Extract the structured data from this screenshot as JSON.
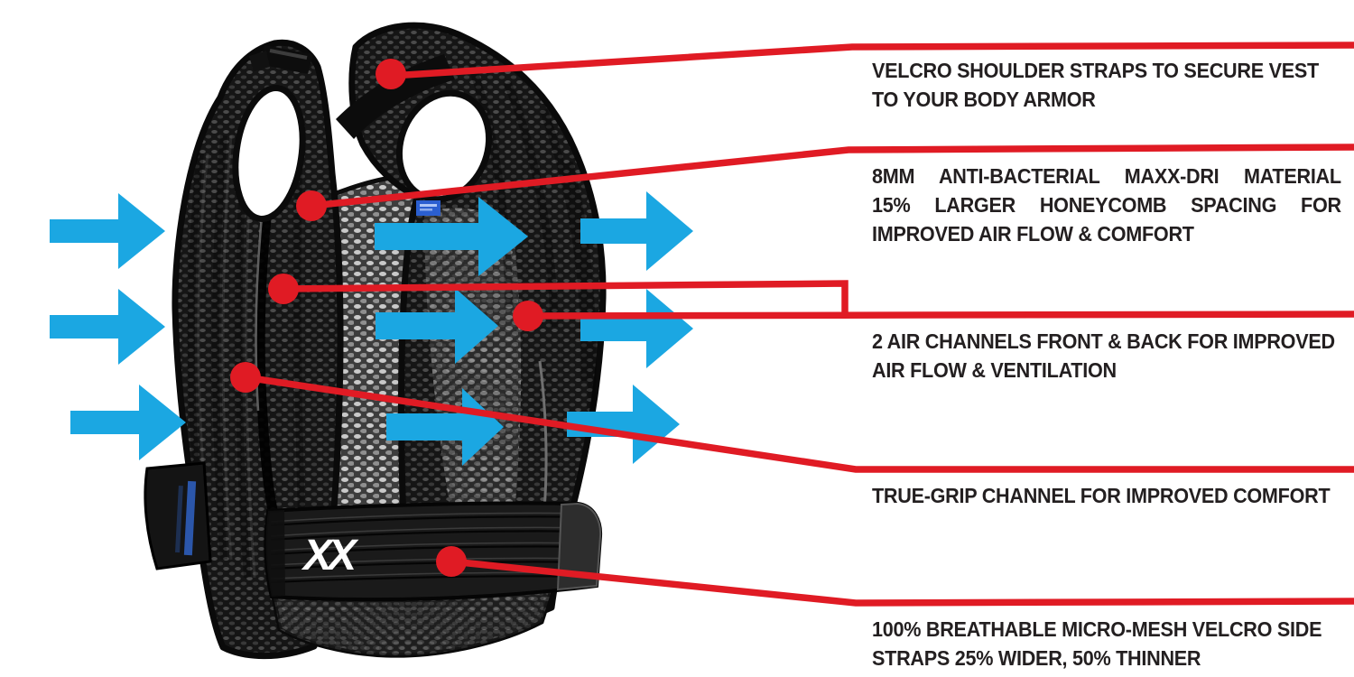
{
  "colors": {
    "callout_red": "#e01b24",
    "airflow_blue": "#1ba7e2",
    "text": "#231f20",
    "vest_dark": "#151515"
  },
  "vest": {
    "logo_text": "XX"
  },
  "annotations": [
    {
      "name": "velcro-shoulder-straps",
      "lines": [
        "VELCRO SHOULDER STRAPS TO SECURE VEST",
        "TO YOUR BODY ARMOR"
      ]
    },
    {
      "name": "maxx-dri-material",
      "lines": [
        "8MM ANTI-BACTERIAL MAXX-DRI MATERIAL",
        "15% LARGER HONEYCOMB SPACING FOR",
        "IMPROVED AIR FLOW & COMFORT"
      ]
    },
    {
      "name": "air-channels",
      "lines": [
        "2 AIR CHANNELS FRONT & BACK FOR IMPROVED",
        "AIR FLOW & VENTILATION"
      ]
    },
    {
      "name": "true-grip-channel",
      "lines": [
        "TRUE-GRIP CHANNEL FOR IMPROVED COMFORT"
      ]
    },
    {
      "name": "micro-mesh-side-straps",
      "lines": [
        "100% BREATHABLE MICRO-MESH VELCRO SIDE",
        "STRAPS 25% WIDER, 50% THINNER"
      ]
    }
  ]
}
